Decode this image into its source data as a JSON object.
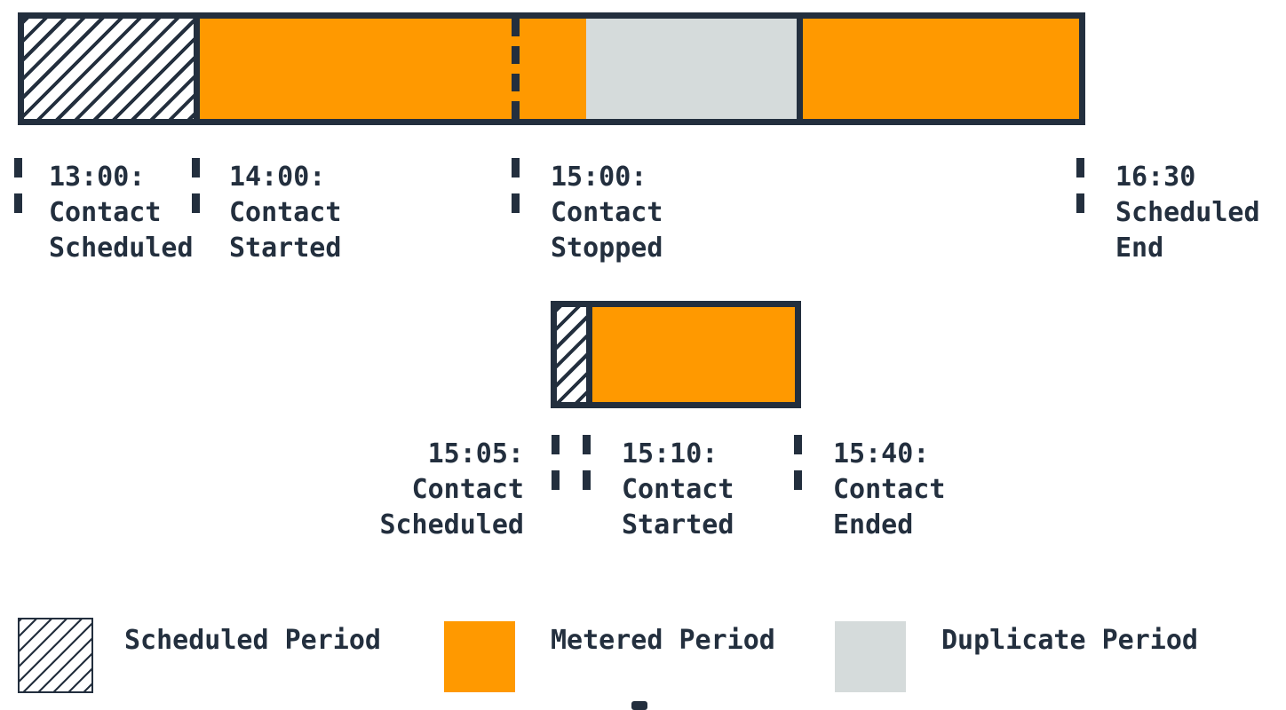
{
  "colors": {
    "dark_navy": "#232f3e",
    "metered_orange": "#ff9900",
    "duplicate_gray": "#d5dbdb",
    "background": "#ffffff"
  },
  "top_timeline": {
    "segments": [
      {
        "kind": "scheduled"
      },
      {
        "kind": "metered"
      },
      {
        "kind": "duplicate"
      },
      {
        "kind": "metered"
      }
    ],
    "events": [
      {
        "label": "13:00:\nContact\nScheduled"
      },
      {
        "label": "14:00:\nContact\nStarted"
      },
      {
        "label": "15:00:\nContact\nStopped"
      },
      {
        "label": "16:30\nScheduled\nEnd"
      }
    ]
  },
  "bottom_timeline": {
    "segments": [
      {
        "kind": "scheduled"
      },
      {
        "kind": "metered"
      }
    ],
    "events": [
      {
        "label": "15:05:\nContact\nScheduled"
      },
      {
        "label": "15:10:\nContact\nStarted"
      },
      {
        "label": "15:40:\nContact\nEnded"
      }
    ]
  },
  "legend": {
    "items": [
      {
        "swatch": "scheduled",
        "label": "Scheduled Period"
      },
      {
        "swatch": "metered",
        "label": "Metered Period"
      },
      {
        "swatch": "duplicate",
        "label": "Duplicate Period"
      }
    ]
  }
}
